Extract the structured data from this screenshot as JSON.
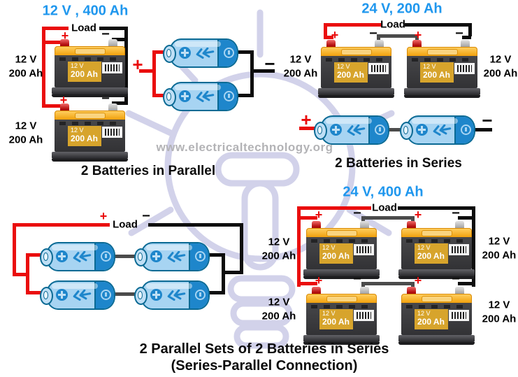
{
  "watermark": "www.electricaltechnology.org",
  "signs": {
    "plus": "+",
    "minus": "−"
  },
  "labels": {
    "load": "Load",
    "voltage": "12 V",
    "capacity": "200 Ah"
  },
  "sections": {
    "parallel": {
      "heading": "12 V , 400 Ah",
      "caption": "2 Batteries in Parallel"
    },
    "series": {
      "heading": "24 V, 200 Ah",
      "caption": "2 Batteries in Series"
    },
    "series_parallel": {
      "heading": "24 V, 400 Ah",
      "caption_line1": "2 Parallel Sets of 2 Batteries in Series",
      "caption_line2": "(Series-Parallel Connection)"
    }
  },
  "colors": {
    "heading_blue": "#1f97ee",
    "wire_red": "#ea0d0d",
    "wire_black": "#0d0d0d",
    "wire_gray": "#4b4b4b",
    "battery_top_orange": "#f09d06",
    "battery_label_mustard": "#d7a42c",
    "cell_light_blue": "#a7d4f2",
    "cell_dark_blue": "#1e86cb",
    "bulb_lavender": "#c7c8e5"
  }
}
